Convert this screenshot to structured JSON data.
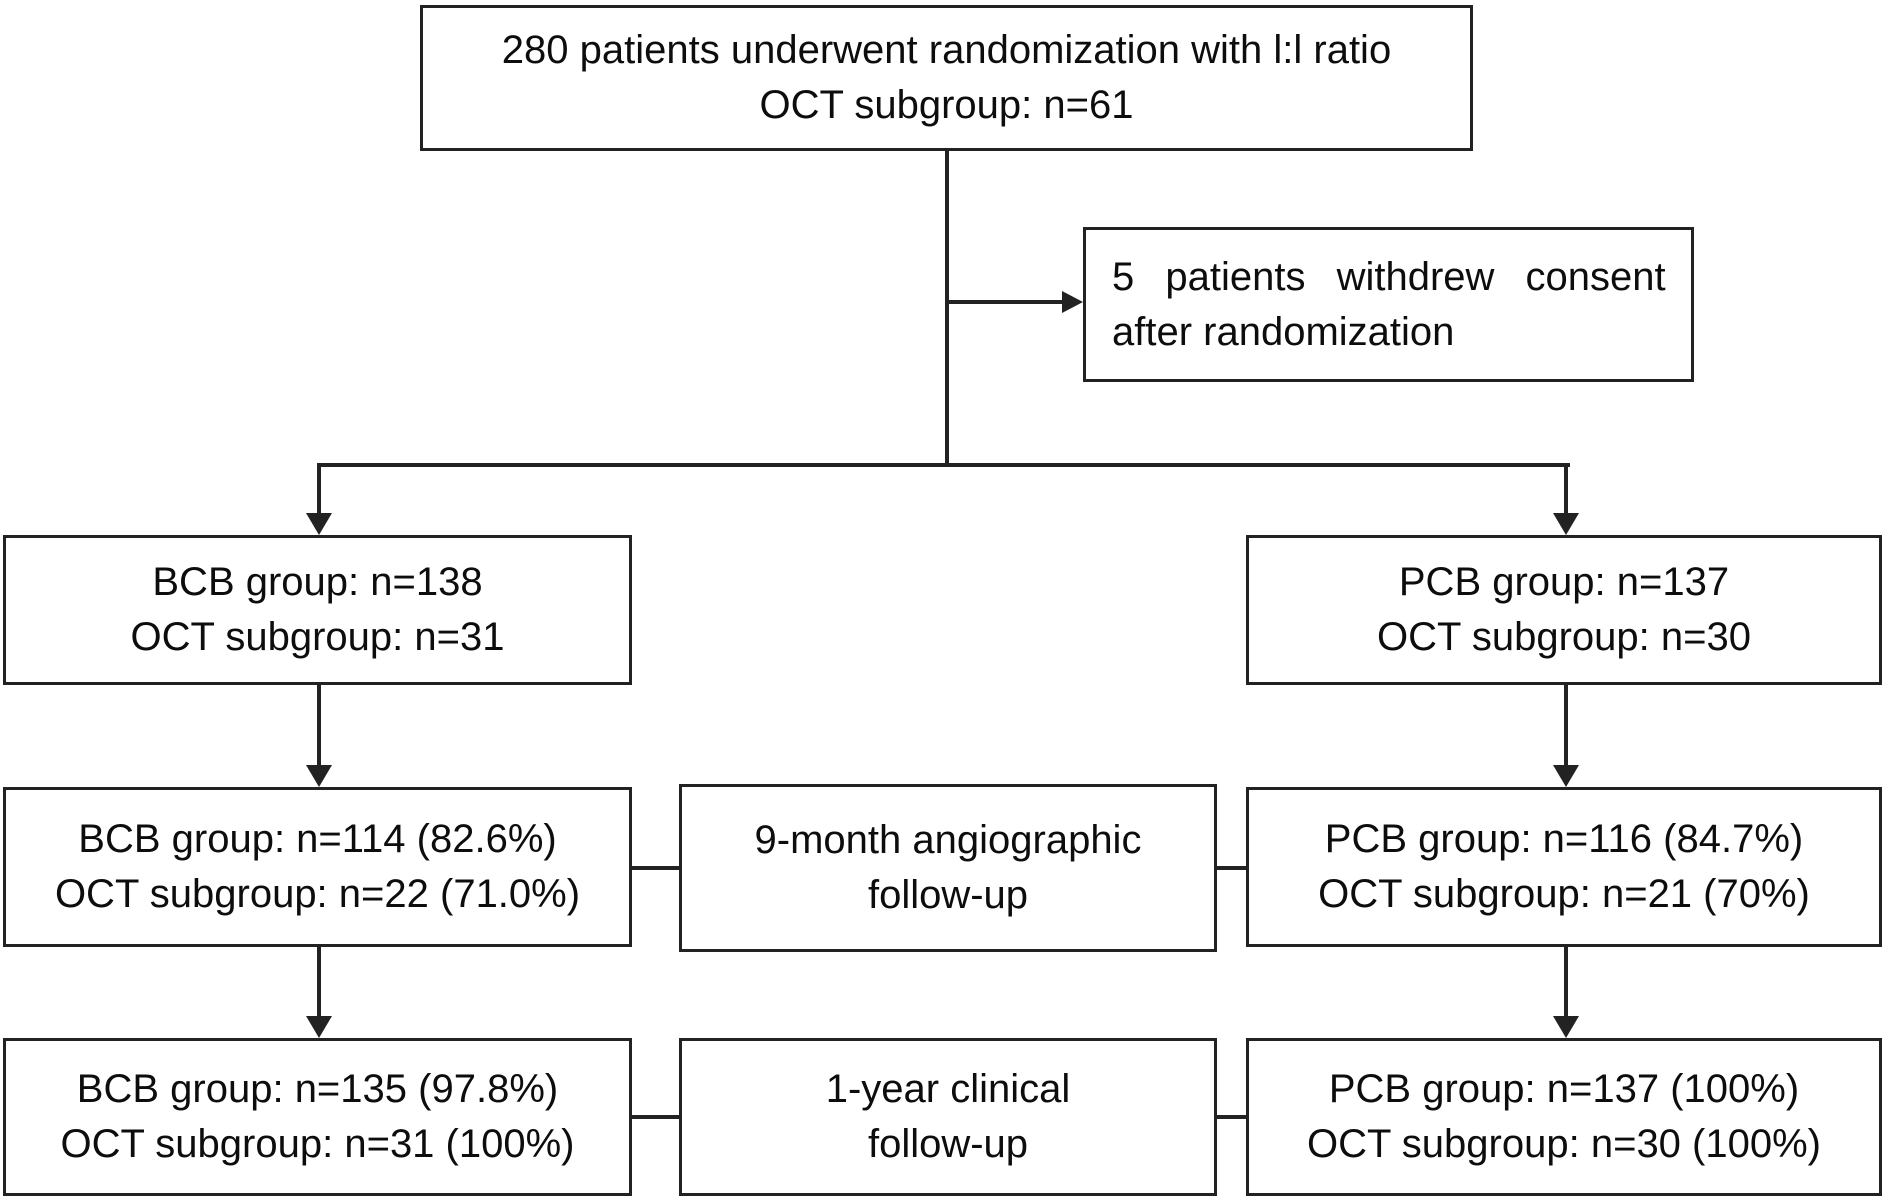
{
  "colors": {
    "background": "#ffffff",
    "line": "#222222",
    "text": "#0d0d0d"
  },
  "boxes": {
    "randomization": {
      "lines": [
        "280 patients underwent randomization with l:l ratio",
        "OCT subgroup: n=61"
      ]
    },
    "withdrew": {
      "lines": [
        "5 patients withdrew consent",
        "after randomization"
      ]
    },
    "bcb_allocation": {
      "lines": [
        "BCB group: n=138",
        "OCT subgroup: n=31"
      ]
    },
    "pcb_allocation": {
      "lines": [
        "PCB group: n=137",
        "OCT subgroup: n=30"
      ]
    },
    "bcb_angiographic": {
      "lines": [
        "BCB group: n=114 (82.6%)",
        "OCT subgroup: n=22 (71.0%)"
      ]
    },
    "angiographic_label": {
      "lines": [
        "9-month angiographic",
        "follow-up"
      ]
    },
    "pcb_angiographic": {
      "lines": [
        "PCB group: n=116 (84.7%)",
        "OCT subgroup: n=21 (70%)"
      ]
    },
    "bcb_clinical": {
      "lines": [
        "BCB group: n=135 (97.8%)",
        "OCT subgroup: n=31 (100%)"
      ]
    },
    "clinical_label": {
      "lines": [
        "1-year clinical",
        "follow-up"
      ]
    },
    "pcb_clinical": {
      "lines": [
        "PCB group: n=137 (100%)",
        "OCT subgroup: n=30 (100%)"
      ]
    }
  }
}
